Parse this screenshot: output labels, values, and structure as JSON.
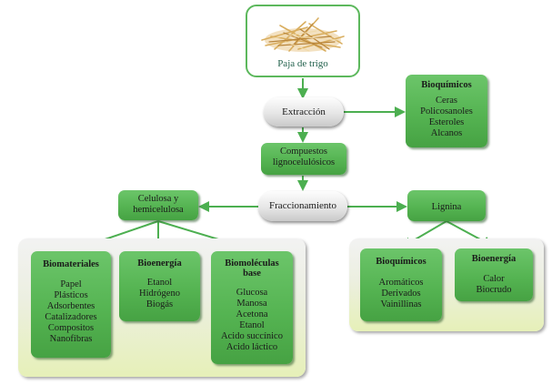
{
  "source": {
    "label": "Paja de trigo",
    "image": "wheat-straw"
  },
  "extraction": {
    "label": "Extracción"
  },
  "extraction_products": {
    "title": "Bioquímicos",
    "items": [
      "Ceras",
      "Policosanoles",
      "Esteroles",
      "Alcanos"
    ]
  },
  "lignocellulosic": {
    "label_line1": "Compuestos",
    "label_line2": "lignocelulósicos"
  },
  "fractionation": {
    "label": "Fraccionamiento"
  },
  "cellulose": {
    "label_line1": "Celulosa y",
    "label_line2": "hemicelulosa",
    "groups": [
      {
        "title": "Biomateriales",
        "items": [
          "Papel",
          "Plásticos",
          "Adsorbentes",
          "Catalizadores",
          "Compositos",
          "Nanofibras"
        ]
      },
      {
        "title": "Bioenergía",
        "items": [
          "Etanol",
          "Hidrógeno",
          "Biogás"
        ]
      },
      {
        "title_line1": "Biomoléculas",
        "title_line2": "base",
        "items": [
          "Glucosa",
          "Manosa",
          "Acetona",
          "Etanol",
          "Acido succínico",
          "Acido láctico"
        ]
      }
    ]
  },
  "lignin": {
    "label": "Lignina",
    "groups": [
      {
        "title": "Bioquímicos",
        "items": [
          "Aromáticos",
          "Derivados",
          "Vainillinas"
        ]
      },
      {
        "title": "Bioenergía",
        "items": [
          "Calor",
          "Biocrudo"
        ]
      }
    ]
  },
  "colors": {
    "box_green": "#55b452",
    "line_green": "#4caf50",
    "border_green": "#5cb85c"
  }
}
